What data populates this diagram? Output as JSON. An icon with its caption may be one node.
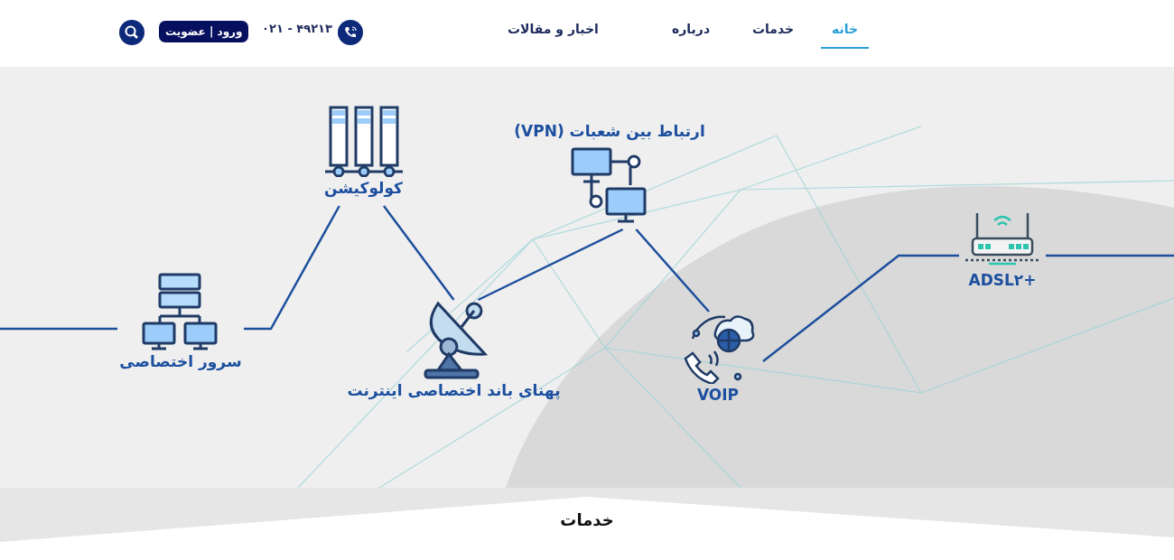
{
  "diagram": {
    "nodes": [
      {
        "text": [
          "سرور اختصاصی"
        ]
      },
      {
        "text": [
          "کولوکیشن"
        ]
      },
      {
        "text": [
          "پهنای باند اختصاصی اینترنت"
        ]
      },
      {
        "text": [
          "ارتباط بین شعبات (VPN)"
        ]
      },
      {
        "text": [
          "VOIP"
        ]
      },
      {
        "text": [
          "ADSL۲+"
        ]
      }
    ],
    "edges": [
      {
        "from": null,
        "to": 0,
        "arrow": "none"
      },
      {
        "from": 0,
        "to": 1,
        "arrow": "none"
      },
      {
        "from": 1,
        "to": 2,
        "arrow": "none"
      },
      {
        "from": 2,
        "to": 3,
        "arrow": "none"
      },
      {
        "from": 3,
        "to": 4,
        "arrow": "none"
      },
      {
        "from": 4,
        "to": 5,
        "arrow": "none"
      },
      {
        "from": 5,
        "to": null,
        "arrow": "none"
      }
    ],
    "labels": [
      "خانه",
      "خدمات",
      "درباره",
      "اخبار و مقالات",
      "۰۲۱ - ۴۹۲۱۳",
      "ورود | عضویت",
      "خدمات"
    ]
  }
}
